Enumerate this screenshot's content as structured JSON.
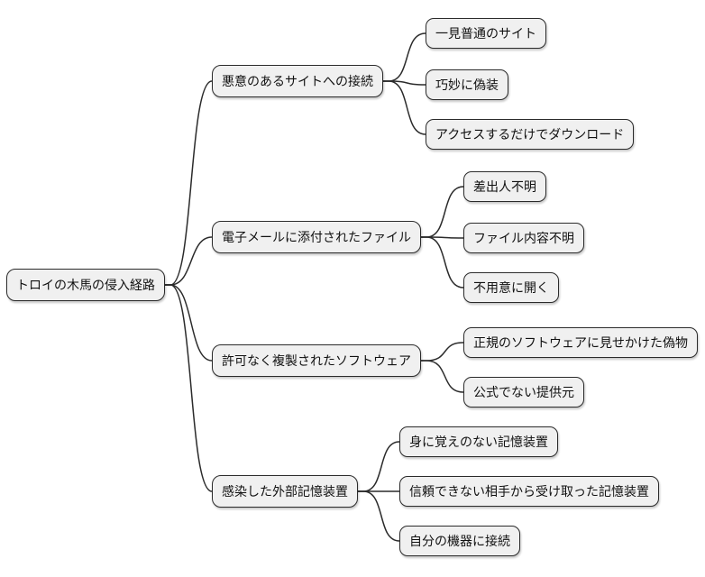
{
  "mindmap": {
    "type": "mindmap",
    "root": {
      "label": "トロイの木馬の侵入経路"
    },
    "branches": [
      {
        "label": "悪意のあるサイトへの接続",
        "children": [
          "一見普通のサイト",
          "巧妙に偽装",
          "アクセスするだけでダウンロード"
        ]
      },
      {
        "label": "電子メールに添付されたファイル",
        "children": [
          "差出人不明",
          "ファイル内容不明",
          "不用意に開く"
        ]
      },
      {
        "label": "許可なく複製されたソフトウェア",
        "children": [
          "正規のソフトウェアに見せかけた偽物",
          "公式でない提供元"
        ]
      },
      {
        "label": "感染した外部記憶装置",
        "children": [
          "身に覚えのない記憶装置",
          "信頼できない相手から受け取った記憶装置",
          "自分の機器に接続"
        ]
      }
    ]
  },
  "colors": {
    "node_fill": "#f0f0f0",
    "node_border": "#2b2b2b",
    "text": "#111111",
    "edge": "#2b2b2b",
    "background": "#ffffff"
  }
}
